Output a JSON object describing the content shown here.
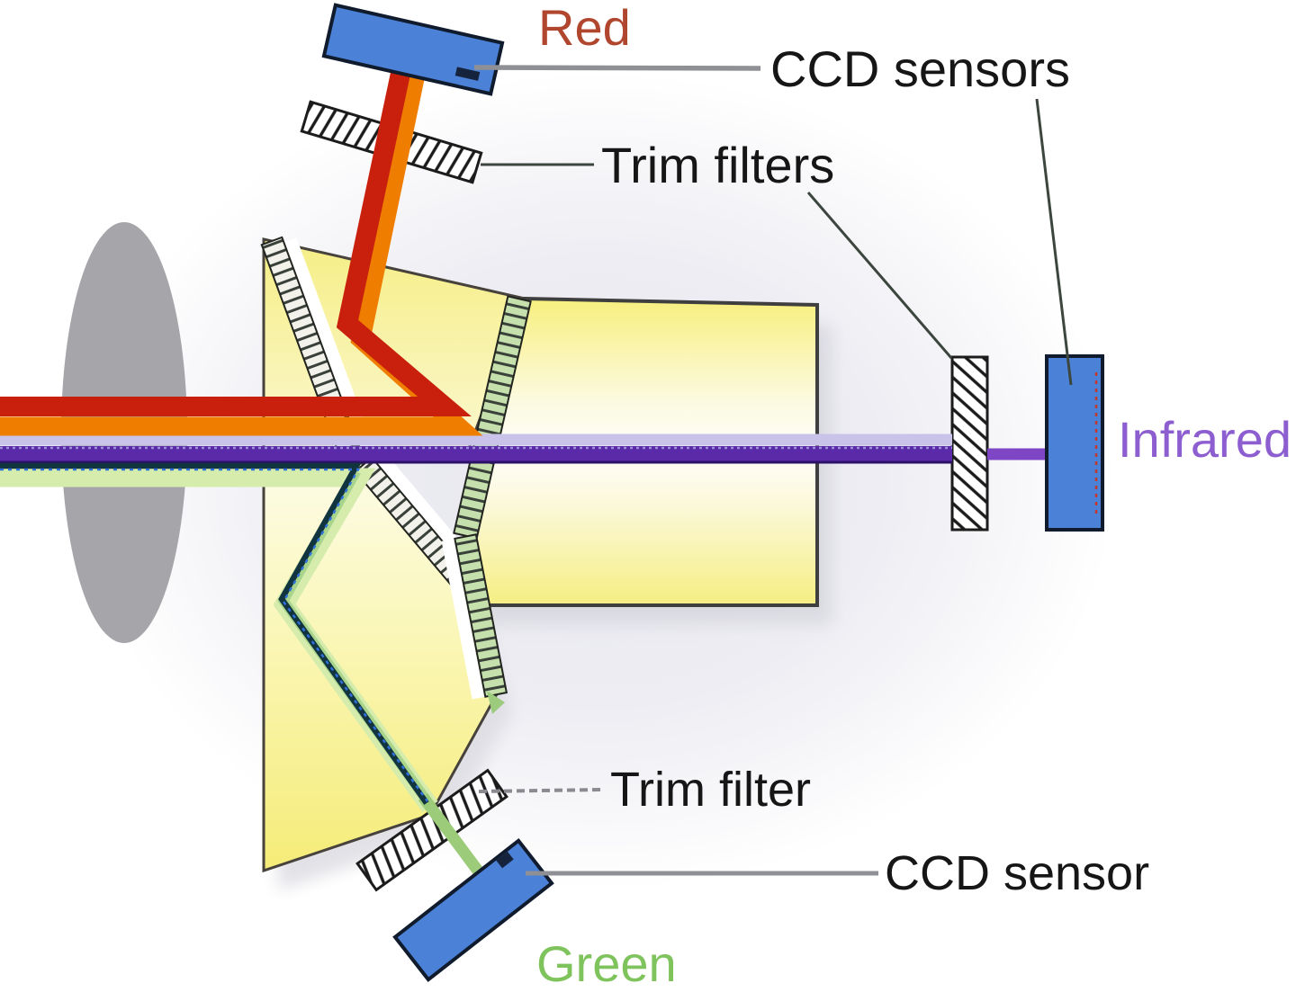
{
  "diagram": {
    "labels": {
      "red_channel": "Red",
      "ccd_sensors": "CCD sensors",
      "trim_filters": "Trim filters",
      "infrared_channel": "Infrared",
      "trim_filter": "Trim filter",
      "ccd_sensor": "CCD sensor",
      "green_channel": "Green"
    },
    "colors": {
      "label_red": "#b1462f",
      "label_black": "#161616",
      "label_infrared": "#8d5ecf",
      "label_green": "#7fc35c",
      "red_beam": "#c8200c",
      "orange_edge": "#ef7d00",
      "infrared_beam": "#5b2aa8",
      "infrared_light": "#c9c3ea",
      "infrared_exit": "#7e46c4",
      "green_beam": "#9ccb7a",
      "green_glow": "#d5ecad",
      "teal_core": "#12343f",
      "sensor_blue": "#4b82d8",
      "prism_yellow": "#f7ef86",
      "lens_gray": "#a6a6aa"
    },
    "components": [
      "lens",
      "beam-splitting-prism-assembly",
      "dichroic-coatings",
      "trim-filters",
      "ccd-sensors",
      "light-beams"
    ]
  }
}
